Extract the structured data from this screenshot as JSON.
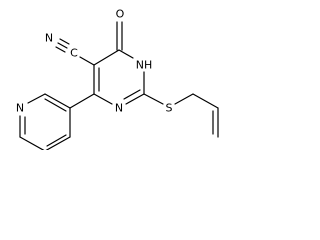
{
  "atoms": {
    "oxygen": "O",
    "nitrile_nitrogen": "N",
    "nitrile_carbon": "C",
    "ring_nh": "NH",
    "ring_n": "N",
    "sulfur": "S",
    "pyridine_n": "N"
  }
}
